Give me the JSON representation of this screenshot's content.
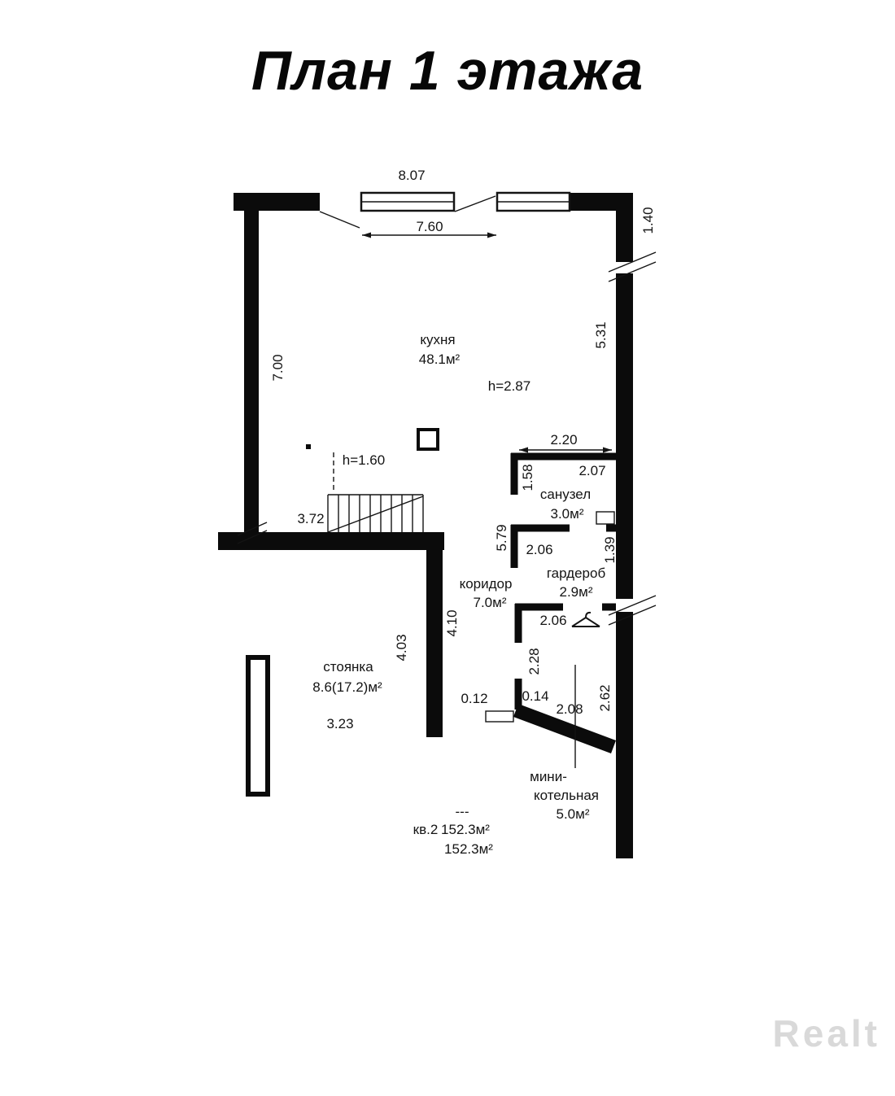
{
  "title": "План 1 этажа",
  "watermark": "Realt",
  "plan": {
    "rooms": {
      "kitchen": {
        "name": "кухня",
        "area": "48.1м²",
        "height": "h=2.87"
      },
      "stairs": {
        "height": "h=1.60"
      },
      "bathroom": {
        "name": "санузел",
        "area": "3.0м²"
      },
      "wardrobe": {
        "name": "гардероб",
        "area": "2.9м²"
      },
      "corridor": {
        "name": "коридор",
        "area": "7.0м²"
      },
      "parking": {
        "name": "стоянка",
        "area": "8.6(17.2)м²"
      },
      "boiler": {
        "name1": "мини-",
        "name2": "котельная",
        "area": "5.0м²"
      },
      "apartment": {
        "dashes": "---",
        "label": "кв.2",
        "total": "152.3м²",
        "living": "152.3м²"
      }
    },
    "dimensions": {
      "d807": "8.07",
      "d760": "7.60",
      "d140": "1.40",
      "d700": "7.00",
      "d531": "5.31",
      "d220": "2.20",
      "d158": "1.58",
      "d207": "2.07",
      "d579": "5.79",
      "d206a": "2.06",
      "d139": "1.39",
      "d206b": "2.06",
      "d410": "4.10",
      "d403": "4.03",
      "d372": "3.72",
      "d228": "2.28",
      "d012": "0.12",
      "d014": "0.14",
      "d208": "2.08",
      "d262": "2.62",
      "d323": "3.23"
    }
  }
}
